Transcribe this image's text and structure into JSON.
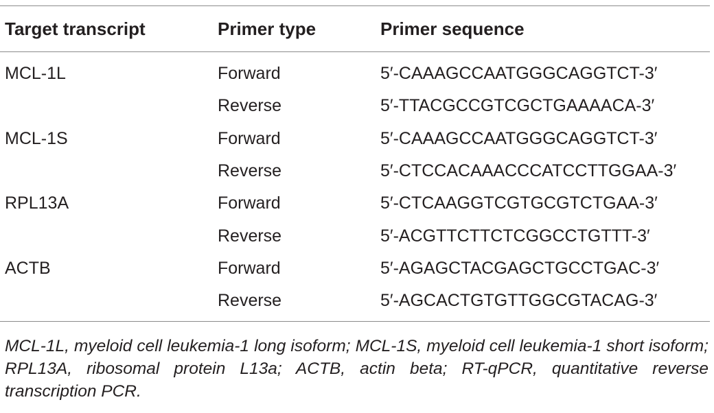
{
  "table": {
    "headers": [
      "Target transcript",
      "Primer type",
      "Primer sequence"
    ],
    "rows": [
      [
        "MCL-1L",
        "Forward",
        "5′-CAAAGCCAATGGGCAGGTCT-3′"
      ],
      [
        "",
        "Reverse",
        "5′-TTACGCCGTCGCTGAAAACA-3′"
      ],
      [
        "MCL-1S",
        "Forward",
        "5′-CAAAGCCAATGGGCAGGTCT-3′"
      ],
      [
        "",
        "Reverse",
        "5′-CTCCACAAACCCATCCTTGGAA-3′"
      ],
      [
        "RPL13A",
        "Forward",
        "5′-CTCAAGGTCGTGCGTCTGAA-3′"
      ],
      [
        "",
        "Reverse",
        "5′-ACGTTCTTCTCGGCCTGTTT-3′"
      ],
      [
        "ACTB",
        "Forward",
        "5′-AGAGCTACGAGCTGCCTGAC-3′"
      ],
      [
        "",
        "Reverse",
        "5′-AGCACTGTGTTGGCGTACAG-3′"
      ]
    ]
  },
  "footnote": "MCL-1L, myeloid cell leukemia-1 long isoform; MCL-1S, myeloid cell leukemia-1 short isoform; RPL13A, ribosomal protein L13a; ACTB, actin beta; RT-qPCR, quantitative reverse transcription PCR."
}
